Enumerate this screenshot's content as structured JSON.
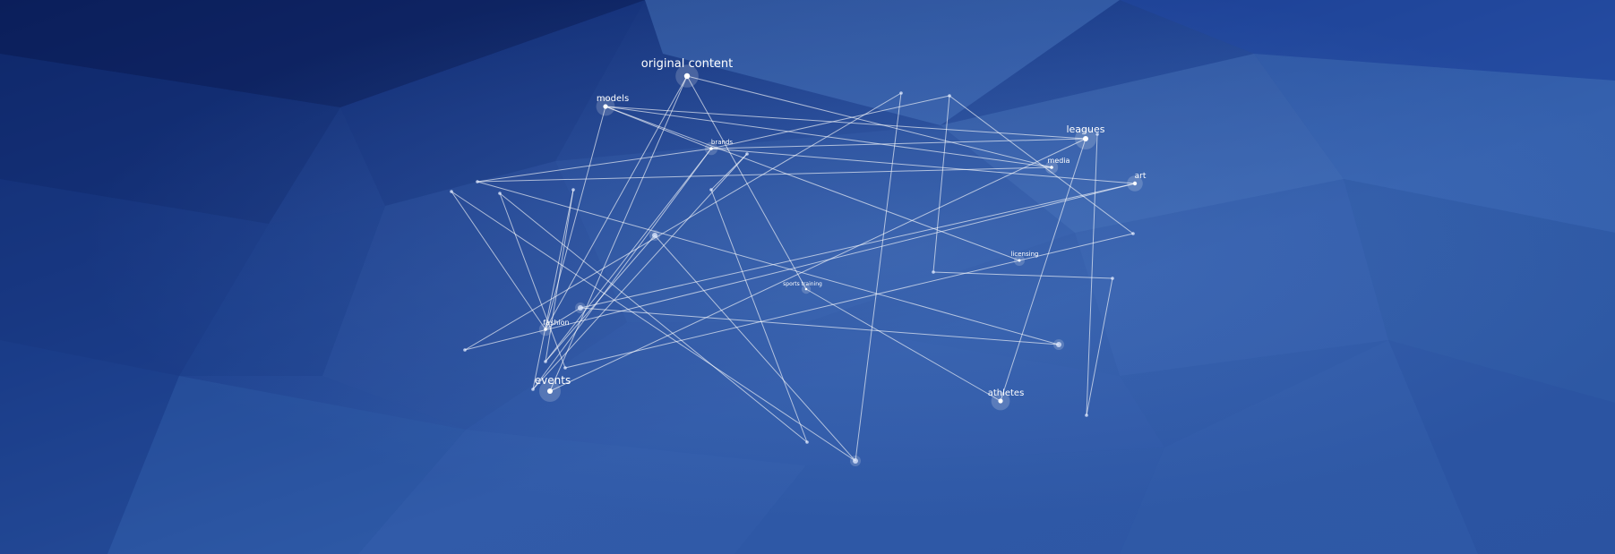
{
  "colors": {
    "background_light": "#3462ad",
    "background_dark": "#0d1f5e",
    "edge": "#c8d6f0",
    "node": "#ffffff"
  },
  "graph": {
    "nodes": [
      {
        "id": "original-content",
        "label": "original content",
        "size": "large"
      },
      {
        "id": "models",
        "label": "models",
        "size": "medium"
      },
      {
        "id": "brands",
        "label": "brands",
        "size": "small"
      },
      {
        "id": "leagues",
        "label": "leagues",
        "size": "medium"
      },
      {
        "id": "media",
        "label": "media",
        "size": "small"
      },
      {
        "id": "art",
        "label": "art",
        "size": "medium"
      },
      {
        "id": "licensing",
        "label": "licensing",
        "size": "small"
      },
      {
        "id": "sports-training",
        "label": "sports training",
        "size": "tiny"
      },
      {
        "id": "fashion",
        "label": "fashion",
        "size": "small"
      },
      {
        "id": "events",
        "label": "events",
        "size": "large"
      },
      {
        "id": "athletes",
        "label": "athletes",
        "size": "medium"
      }
    ]
  }
}
